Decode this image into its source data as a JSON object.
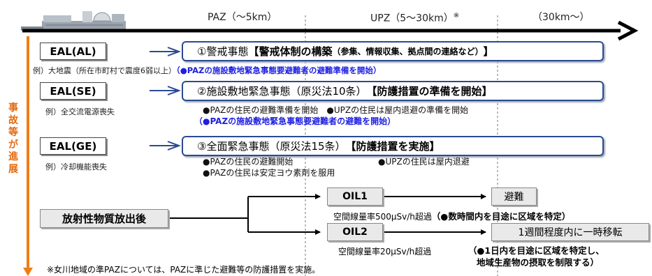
{
  "zones": {
    "paz": "PAZ（〜5km）",
    "upz": "UPZ（5〜30km）",
    "upz_mark": "※",
    "outer": "（30km〜）"
  },
  "progress_label": "事故等が進展",
  "stages": [
    {
      "eal": "EAL(AL)",
      "example": "例）大地震（所在市町村で震度6弱以上）",
      "example_blue": "（●PAZの施設敷地緊急事態要避難者の避難準備を開始）",
      "title": "①警戒事態",
      "action": "【警戒体制の構築",
      "action_detail": "（参集、情報収集、拠点間の連絡など）",
      "action_end": "】"
    },
    {
      "eal": "EAL(SE)",
      "example": "例）全交流電源喪失",
      "title": "②施設敷地緊急事態（原災法10条）",
      "action": "【防護措置の準備を開始】",
      "bullets": [
        "●PAZの住民の避難準備を開始　●UPZの住民は屋内退避の準備を開始"
      ],
      "blue": "（●PAZの施設敷地緊急事態要避難者の避難を開始）"
    },
    {
      "eal": "EAL(GE)",
      "example": "例）冷却機能喪失",
      "title": "③全面緊急事態（原災法15条）",
      "action": "【防護措置を実施】",
      "bullets": [
        "●PAZの住民の避難開始",
        "●UPZの住民は屋内退避",
        "●PAZの住民は安定ヨウ素剤を服用"
      ]
    }
  ],
  "release": {
    "label": "放射性物質放出後",
    "oil1": {
      "label": "OIL1",
      "action": "避難",
      "criterion": "空間線量率500μSv/h超過",
      "note": "（●数時間内を目途に区域を特定）"
    },
    "oil2": {
      "label": "OIL2",
      "action": "1週間程度内に一時移転",
      "criterion": "空間線量率20μSv/h超過",
      "note_line1": "（●1日内を目途に区域を特定し、",
      "note_line2": "地域生産物の摂取を制限する）"
    }
  },
  "footnote": "※女川地域の準PAZについては、PAZに準じた避難等の防護措置を実施。",
  "colors": {
    "main_arrow": "#000000",
    "progress_arrow": "#f07d14",
    "stage_border": "#2b4a8f",
    "blue_text": "#1f1fe0"
  },
  "icons": {
    "plant": "nuclear-plant-illustration"
  }
}
